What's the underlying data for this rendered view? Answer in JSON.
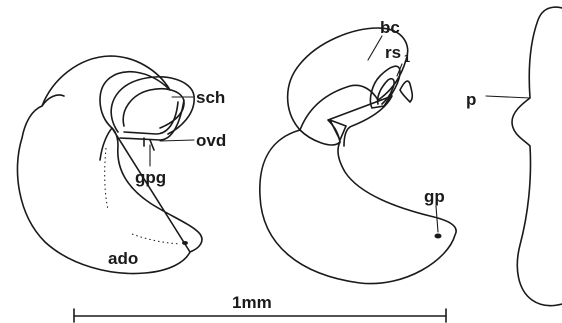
{
  "labels": {
    "sch": "sch",
    "ovd": "ovd",
    "gpg": "gpg",
    "ado": "ado",
    "bc": "bc",
    "rs": "rs",
    "rs_sub": "1",
    "gp": "gp",
    "p": "p"
  },
  "scale_bar": {
    "label": "1mm"
  }
}
